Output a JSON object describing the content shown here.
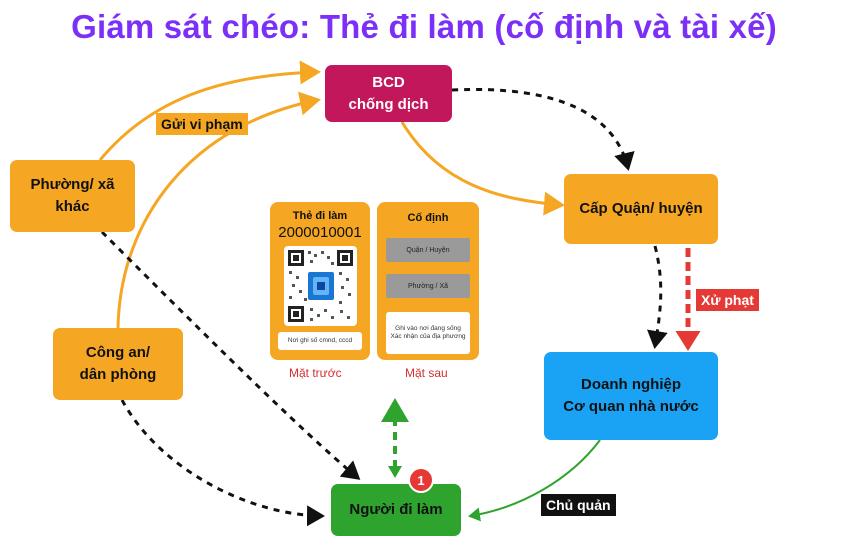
{
  "title": "Giám sát chéo:  Thẻ đi làm (cố định và tài xế)",
  "nodes": {
    "bcd": [
      "BCD",
      "chống dịch"
    ],
    "phuong": [
      "Phường/ xã",
      "khác"
    ],
    "cong_an": [
      "Công an/",
      "dân phòng"
    ],
    "cap_quan": "Cấp Quận/ huyện",
    "doanh_nghiep": [
      "Doanh nghiệp",
      "Cơ quan nhà nước"
    ],
    "nguoi": "Người đi làm"
  },
  "edge_labels": {
    "gui_vi_pham": "Gửi vi phạm",
    "xu_phat": "Xử phạt",
    "chu_quan": "Chủ quản"
  },
  "badge": "1",
  "card_front": {
    "title": "Thẻ đi làm",
    "number": "2000010001",
    "note": "Nơi ghi số cmnd, cccd",
    "caption": "Mặt trước"
  },
  "card_back": {
    "title": "Cố định",
    "field1": "Quận / Huyện",
    "field2": "Phường / Xã",
    "note": "Ghi vào nơi đang sống Xác nhận của địa phương",
    "caption": "Mặt sau"
  },
  "colors": {
    "title": "#7b2ff7",
    "orange": "#f5a623",
    "magenta": "#c2185b",
    "blue": "#1aa3f5",
    "green": "#2ea42e",
    "red": "#e53935"
  }
}
